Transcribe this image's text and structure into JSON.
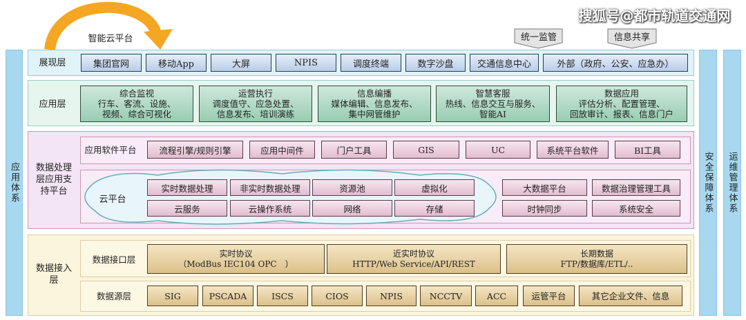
{
  "top": {
    "arc_label": "智能云平台",
    "tags": [
      "统一监管",
      "信息共享"
    ]
  },
  "side": {
    "left": "应用体系",
    "right1": "安全保障体系",
    "right2": "运维管理体系"
  },
  "presentation": {
    "label": "展现层",
    "items": [
      "集团官网",
      "移动App",
      "大屏",
      "NPIS",
      "调度终端",
      "数字沙盘",
      "交通信息中心",
      "外部（政府、公安、应急办）"
    ]
  },
  "application": {
    "label": "应用层",
    "items": [
      {
        "title": "综合监视",
        "l1": "行车、客流、设施、",
        "l2": "视频、综合可视化"
      },
      {
        "title": "运营执行",
        "l1": "调度值守、应急处置、",
        "l2": "信息发布、培训演练"
      },
      {
        "title": "信息编播",
        "l1": "媒体编辑、信息发布、",
        "l2": "集中网管维护"
      },
      {
        "title": "智慧客服",
        "l1": "热线、信息交互与服务、",
        "l2": "智能AI"
      },
      {
        "title": "数据应用",
        "l1": "评估分析、配置管理、",
        "l2": "回放审计、报表、信息门户"
      }
    ]
  },
  "processing": {
    "label": "数据处理层应用支持平台",
    "software": {
      "label": "应用软件平台",
      "items": [
        "流程引擎/规则引擎",
        "应用中间件",
        "门户工具",
        "GIS",
        "UC",
        "系统平台软件",
        "BI工具"
      ]
    },
    "cloud": {
      "label": "云平台",
      "items": [
        "实时数据处理",
        "非实时数据处理",
        "资源池",
        "虚拟化",
        "云服务",
        "云操作系统",
        "网络",
        "存储"
      ],
      "right": [
        "大数据平台",
        "数据治理管理工具",
        "时钟同步",
        "系统安全"
      ]
    }
  },
  "access": {
    "label": "数据接入层",
    "interface": {
      "label": "数据接口层",
      "items": [
        {
          "t": "实时协议",
          "s": "（ModBus IEC104 OPC　）"
        },
        {
          "t": "近实时协议",
          "s": "HTTP/Web Service/API/REST"
        },
        {
          "t": "长期数据",
          "s": "FTP/数据库/ETL/.."
        }
      ]
    },
    "source": {
      "label": "数据源层",
      "items": [
        "SIG",
        "PSCADA",
        "ISCS",
        "CIOS",
        "NPIS",
        "NCCTV",
        "ACC",
        "运管平台",
        "其它企业文件、信息"
      ]
    }
  },
  "watermark": "搜狐号@都市轨道交通网",
  "colors": {
    "arc": "#f5a623",
    "side": "#a8d8f0"
  }
}
